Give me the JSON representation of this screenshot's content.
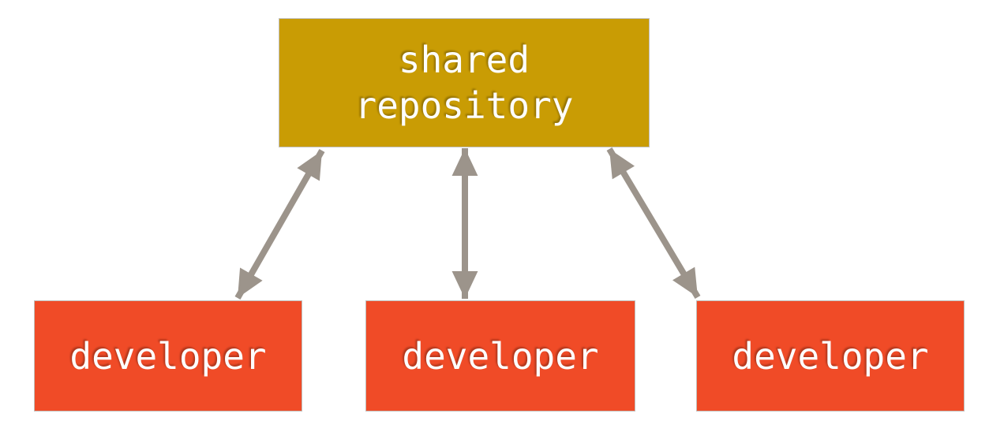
{
  "diagram": {
    "background_color": "#ffffff",
    "arrow_color": "#9c948b",
    "node_border_color": "#c1bfbb",
    "nodes": [
      {
        "id": "shared-repository",
        "label": "shared repository",
        "fill": "#c99c04",
        "text_color": "#fdfdfd"
      },
      {
        "id": "developer-1",
        "label": "developer",
        "fill": "#f04b27",
        "text_color": "#fdfdfd"
      },
      {
        "id": "developer-2",
        "label": "developer",
        "fill": "#f04b27",
        "text_color": "#fdfdfd"
      },
      {
        "id": "developer-3",
        "label": "developer",
        "fill": "#f04b27",
        "text_color": "#fdfdfd"
      }
    ],
    "edges": [
      {
        "from": "shared-repository",
        "to": "developer-1",
        "direction": "bidirectional",
        "color": "#9c948b"
      },
      {
        "from": "shared-repository",
        "to": "developer-2",
        "direction": "bidirectional",
        "color": "#9c948b"
      },
      {
        "from": "shared-repository",
        "to": "developer-3",
        "direction": "bidirectional",
        "color": "#9c948b"
      }
    ]
  }
}
